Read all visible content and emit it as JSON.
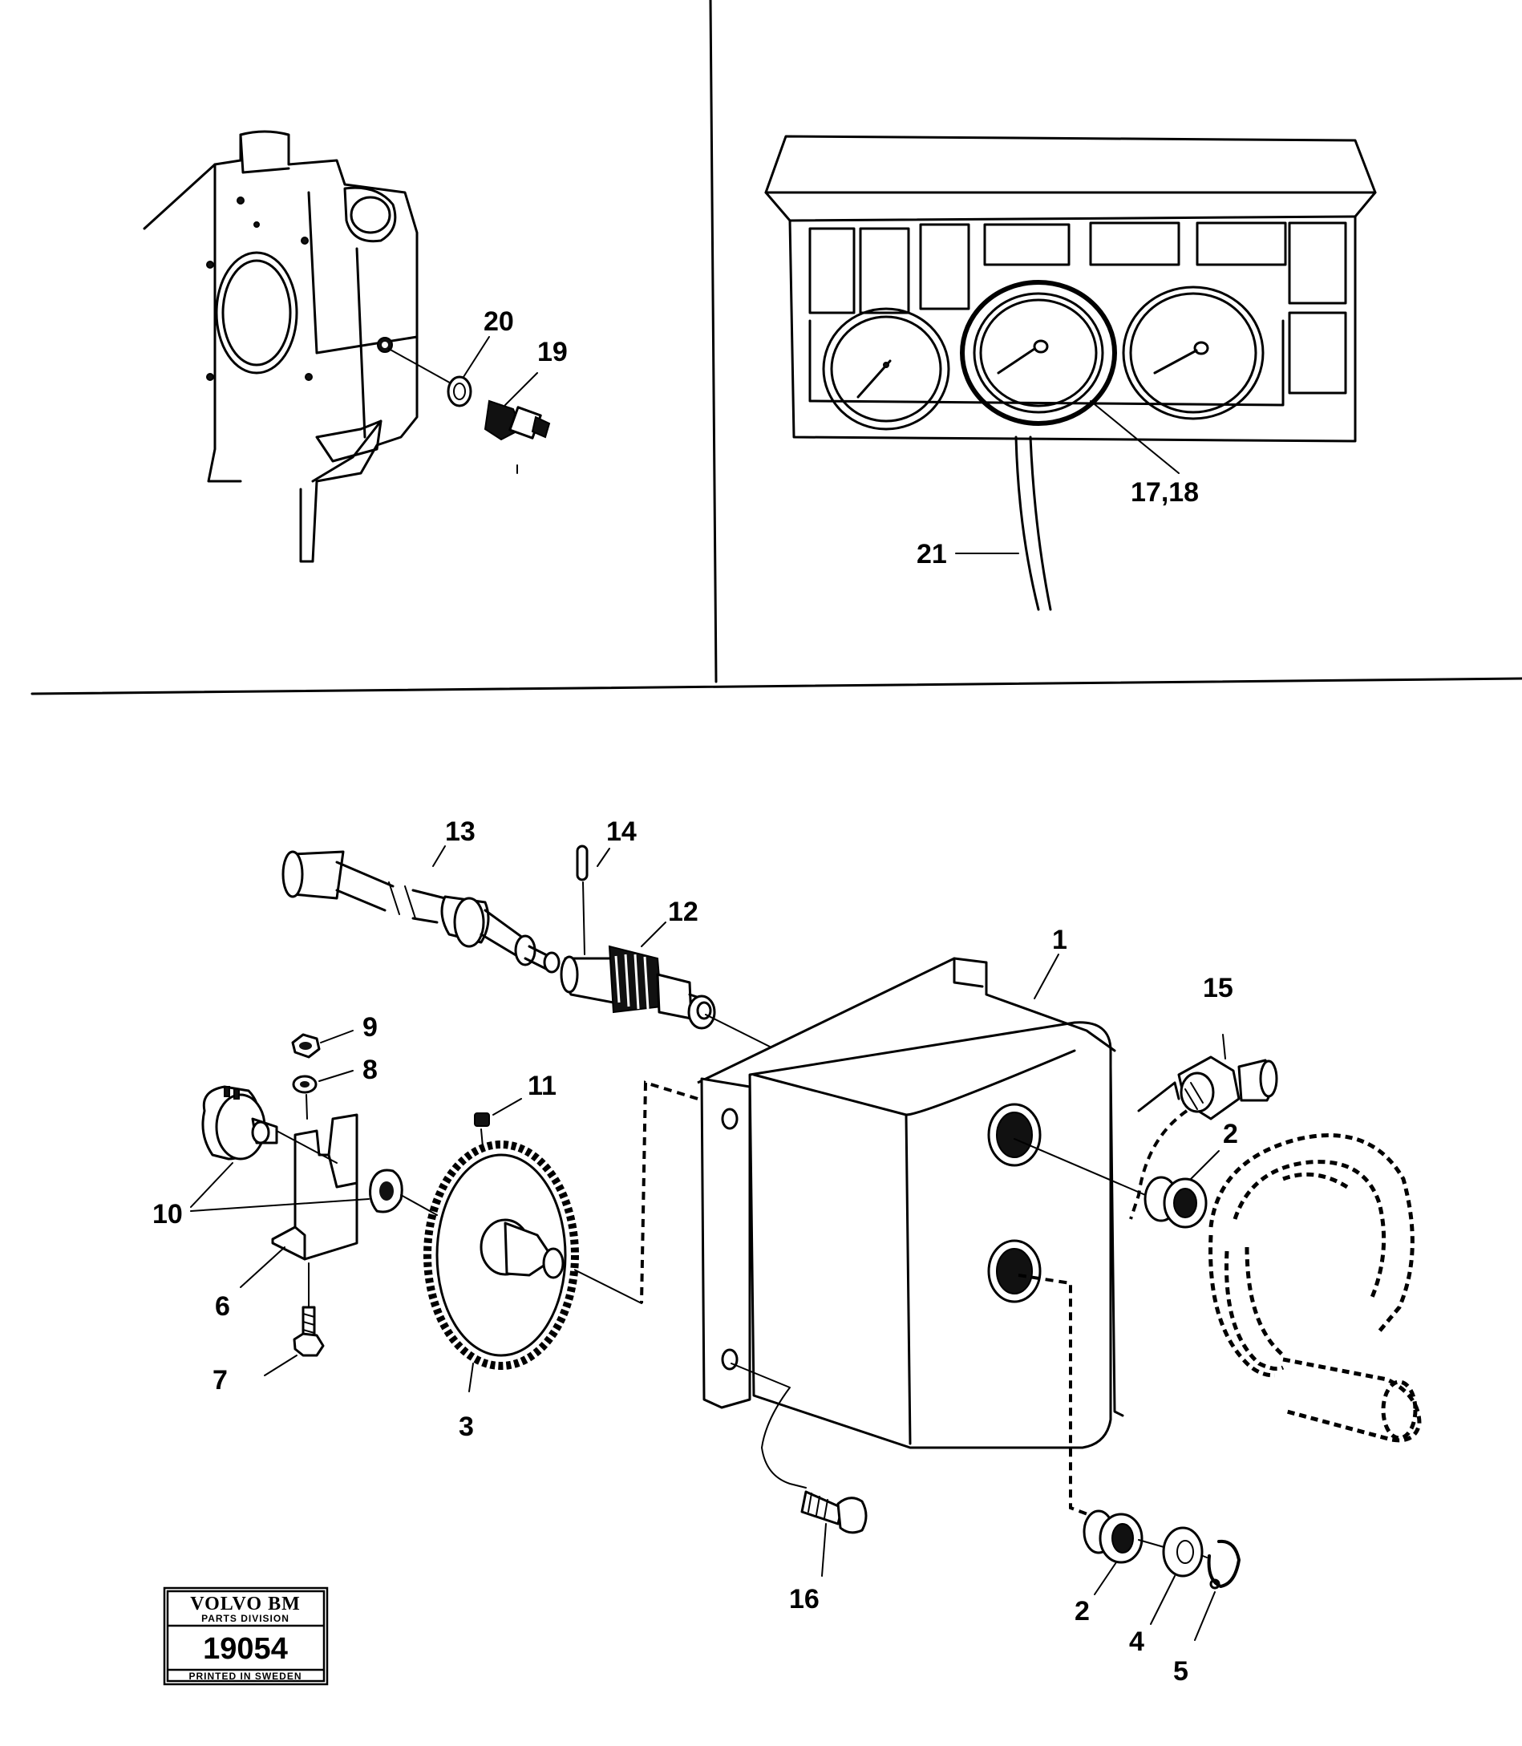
{
  "callouts": {
    "c1": "1",
    "c2a": "2",
    "c2b": "2",
    "c3": "3",
    "c4": "4",
    "c5": "5",
    "c6": "6",
    "c7": "7",
    "c8": "8",
    "c9": "9",
    "c10": "10",
    "c11": "11",
    "c12": "12",
    "c13": "13",
    "c14": "14",
    "c15": "15",
    "c16": "16",
    "c17_18": "17,18",
    "c19": "19",
    "c20": "20",
    "c21": "21"
  },
  "badge": {
    "brand": "VOLVO BM",
    "division": "PARTS DIVISION",
    "number": "19054",
    "printed": "PRINTED IN SWEDEN"
  }
}
